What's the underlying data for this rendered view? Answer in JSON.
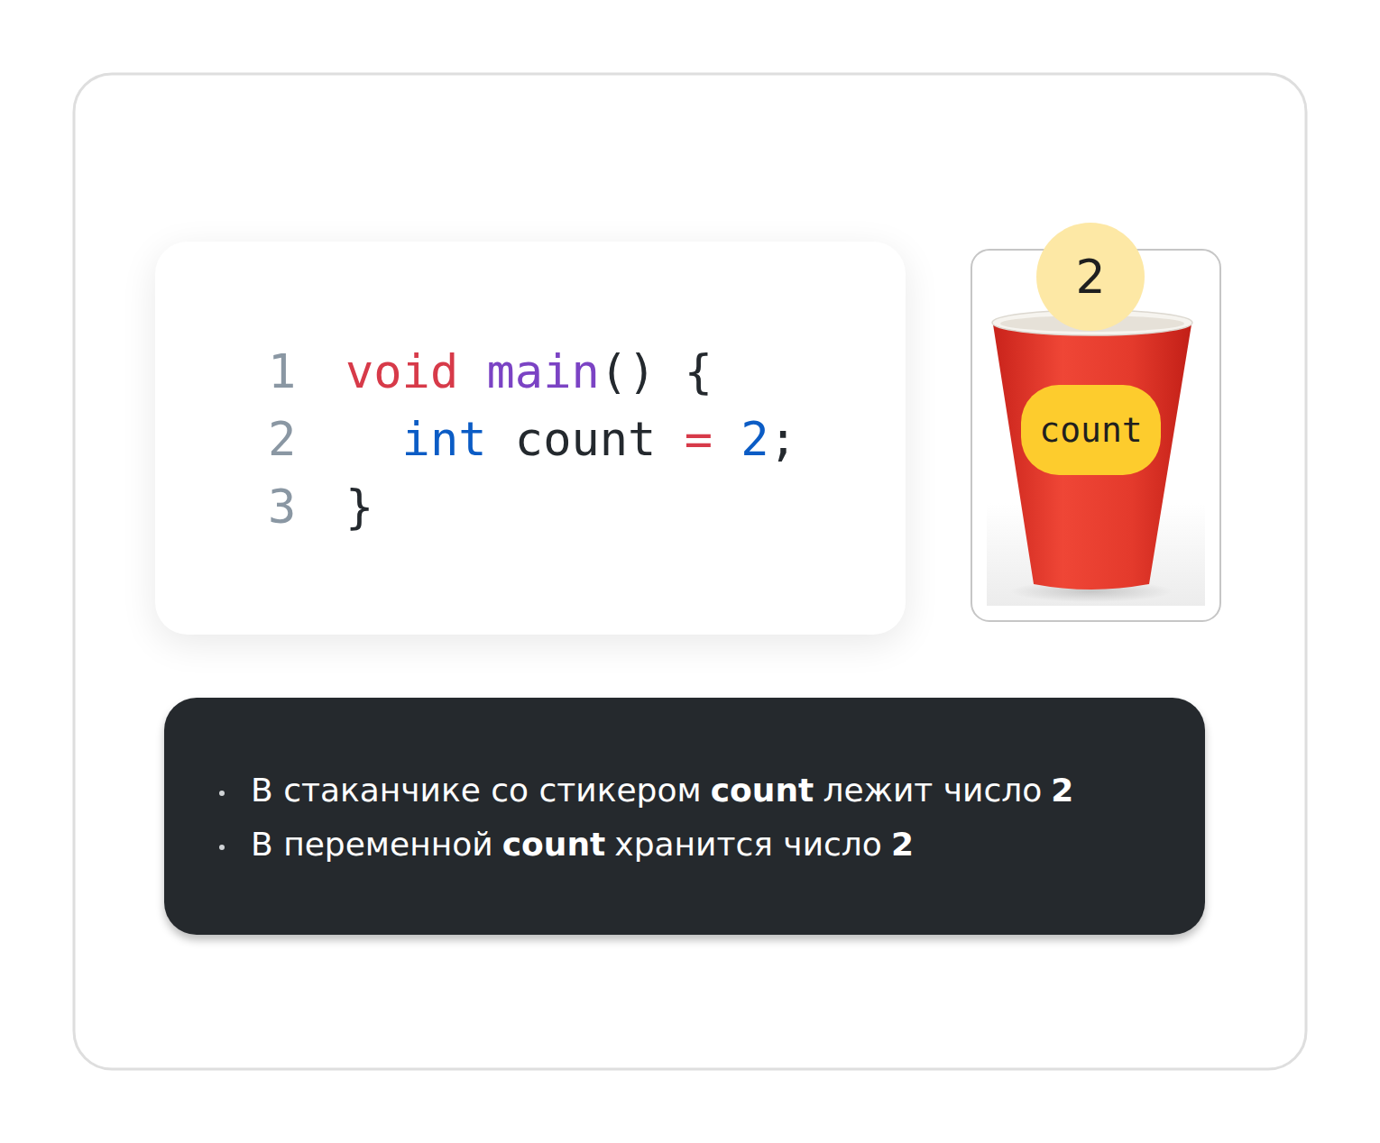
{
  "diagram": {
    "nodes": [
      {
        "text": [
          "1",
          "void",
          "main",
          "() {",
          "2",
          "int",
          "count",
          "=",
          "2",
          ";",
          "3",
          "}"
        ]
      },
      {
        "text": [
          "2"
        ]
      },
      {
        "text": [
          "count"
        ]
      },
      {
        "text": [
          "В стаканчике со стикером",
          "count",
          "лежит число",
          "2",
          "В переменной",
          "count",
          "хранится число",
          "2"
        ]
      }
    ]
  }
}
